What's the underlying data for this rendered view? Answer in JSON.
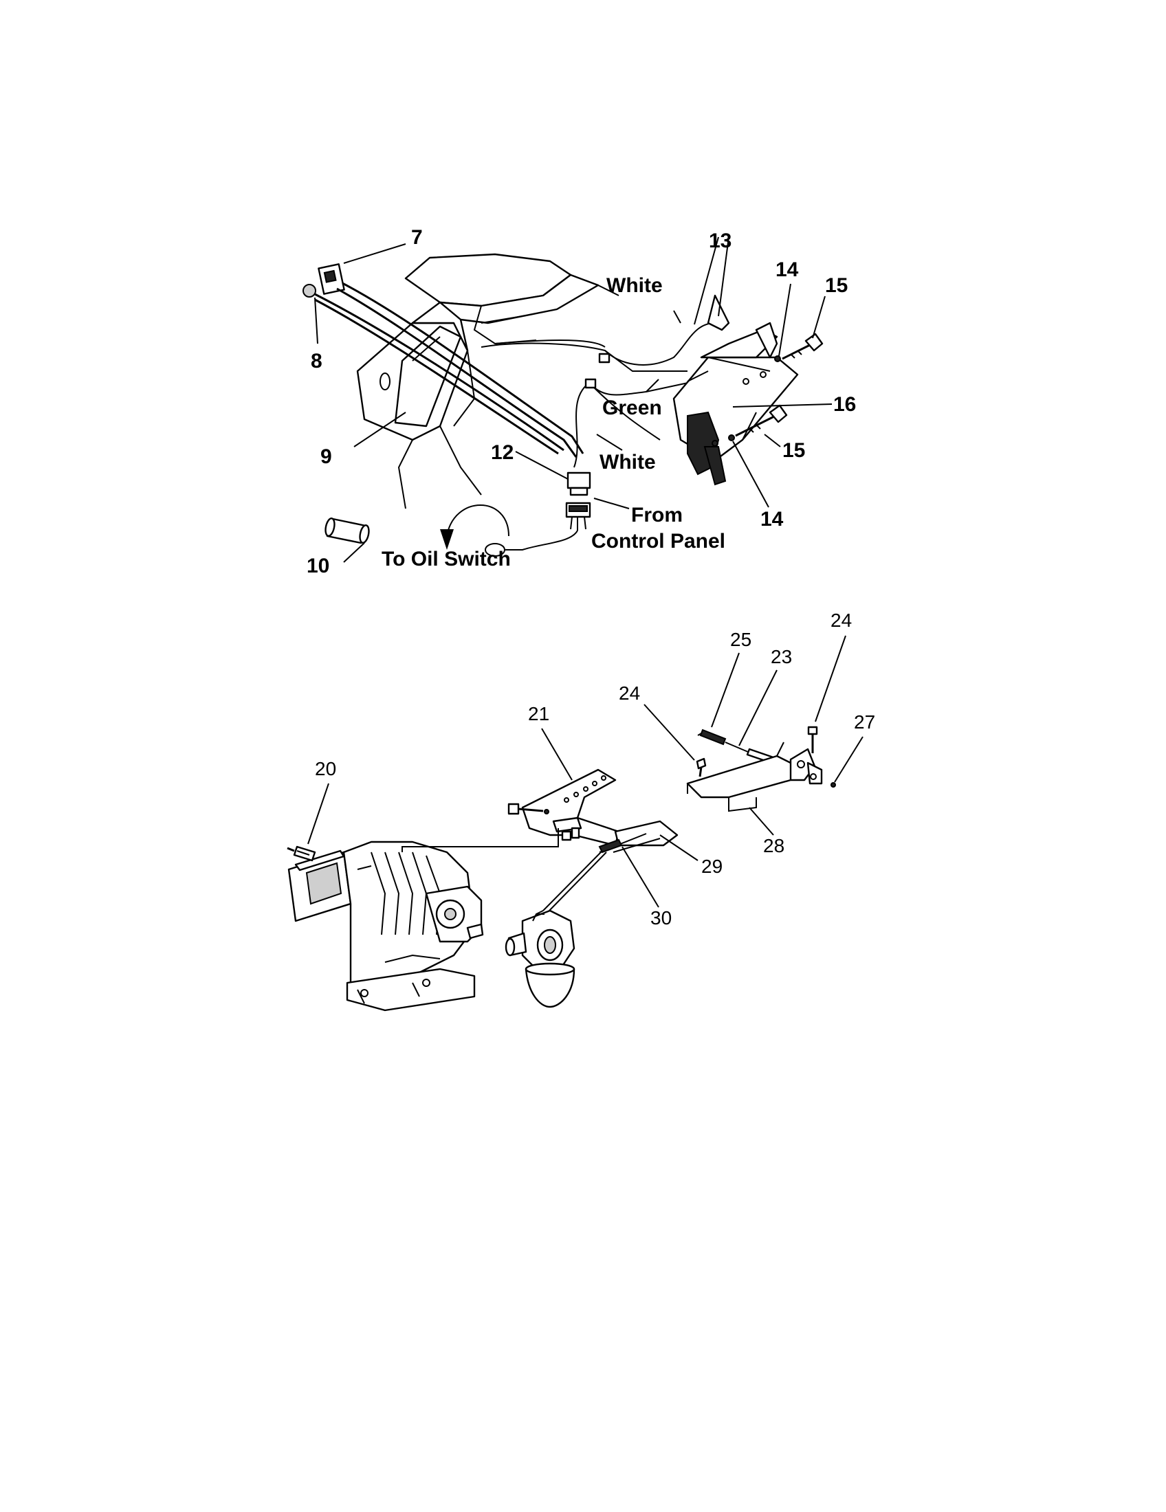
{
  "upper_callouts": {
    "c7": "7",
    "c8": "8",
    "c9": "9",
    "c10": "10",
    "c12": "12",
    "c13": "13",
    "c14a": "14",
    "c14b": "14",
    "c15a": "15",
    "c15b": "15",
    "c16": "16"
  },
  "wire_labels": {
    "white_top": "White",
    "green": "Green",
    "white_bottom": "White",
    "from_line1": "From",
    "from_line2": "Control Panel",
    "oil_switch": "To Oil Switch"
  },
  "lower_callouts": {
    "c20": "20",
    "c21": "21",
    "c23": "23",
    "c24a": "24",
    "c24b": "24",
    "c25": "25",
    "c27": "27",
    "c28": "28",
    "c29": "29",
    "c30": "30"
  }
}
